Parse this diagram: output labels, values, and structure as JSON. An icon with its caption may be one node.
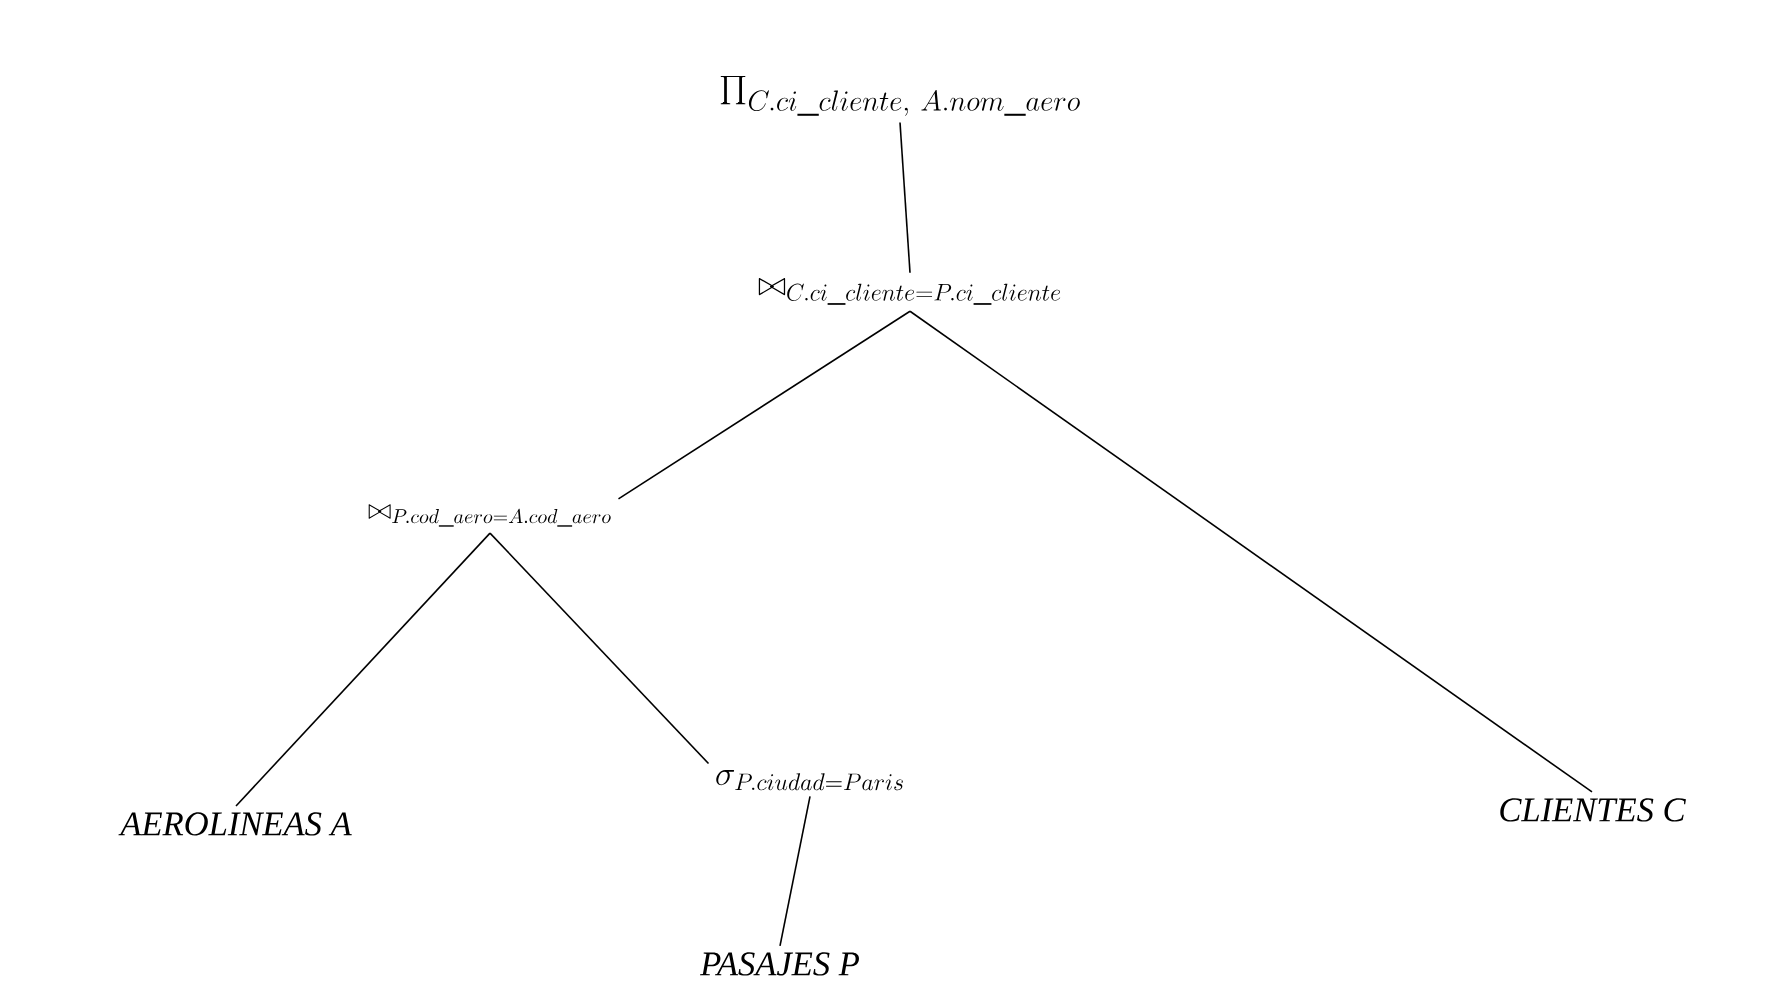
{
  "diagram": {
    "nodes": [
      {
        "text": [
          "\\Pi_{C.ci\\_cliente,\\ A.nom\\_aero}"
        ]
      },
      {
        "text": [
          "\\bowtie_{C.ci\\_cliente=P.ci\\_cliente}"
        ]
      },
      {
        "text": [
          "\\bowtie_{P.cod\\_aero=A.cod\\_aero}"
        ]
      },
      {
        "text": [
          "AEROLINEAS A"
        ]
      },
      {
        "text": [
          "\\sigma_{P.ciudad=Paris}"
        ]
      },
      {
        "text": [
          "PASAJES P"
        ]
      },
      {
        "text": [
          "CLIENTES C"
        ]
      }
    ],
    "edges": [
      {
        "from": 0,
        "to": 1,
        "arrow": "none"
      },
      {
        "from": 1,
        "to": 2,
        "arrow": "none"
      },
      {
        "from": 1,
        "to": 6,
        "arrow": "none"
      },
      {
        "from": 2,
        "to": 3,
        "arrow": "none"
      },
      {
        "from": 2,
        "to": 4,
        "arrow": "none"
      },
      {
        "from": 4,
        "to": 5,
        "arrow": "none"
      }
    ]
  }
}
